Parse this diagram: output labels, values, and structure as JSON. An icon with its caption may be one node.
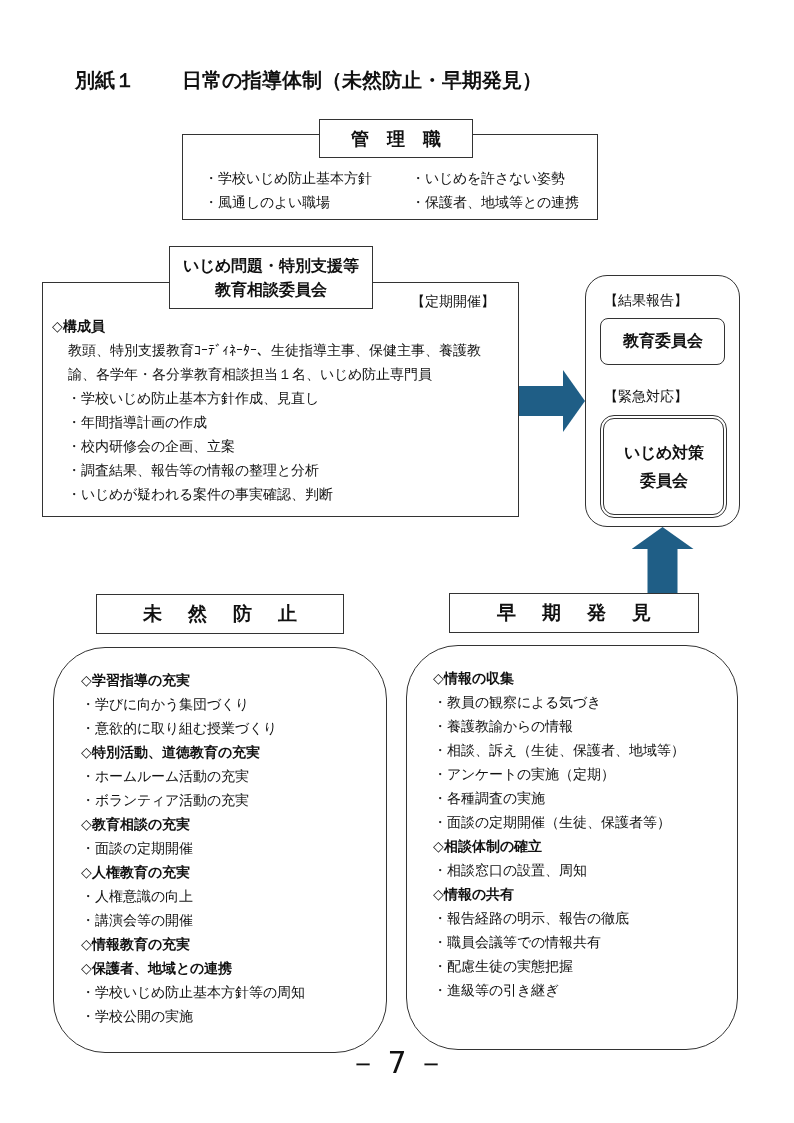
{
  "diagram": {
    "title": "日常の指導体制（未然防止・早期発見）",
    "nodes": [
      {
        "text": [
          "管理職",
          "・学校いじめ防止基本方針",
          "・いじめを許さない姿勢",
          "・風通しのよい職場",
          "・保護者、地域等との連携"
        ]
      },
      {
        "text": [
          "いじめ問題・特別支援等教育相談委員会",
          "【定期開催】",
          "◇構成員",
          "教頭、特別支援教育ｺｰﾃﾞｨﾈｰﾀｰ、生徒指導主事、保健主事、養護教諭、各学年・各分掌教育相談担当１名、いじめ防止専門員",
          "・学校いじめ防止基本方針作成、見直し",
          "・年間指導計画の作成",
          "・校内研修会の企画、立案",
          "・調査結果、報告等の情報の整理と分析",
          "・いじめが疑われる案件の事実確認、判断"
        ]
      },
      {
        "text": [],
        "shape": "box"
      },
      {
        "text": [
          "教育委員会"
        ],
        "in": 2,
        "beside": [
          "【結果報告】"
        ]
      },
      {
        "text": [
          "いじめ対策委員会"
        ],
        "in": 2,
        "beside": [
          "【緊急対応】"
        ]
      },
      {
        "text": [
          "未然防止"
        ]
      },
      {
        "text": [
          "◇学習指導の充実",
          "・学びに向かう集団づくり",
          "・意欲的に取り組む授業づくり",
          "◇特別活動、道徳教育の充実",
          "・ホームルーム活動の充実",
          "・ボランティア活動の充実",
          "◇教育相談の充実",
          "・面談の定期開催",
          "◇人権教育の充実",
          "・人権意識の向上",
          "・講演会等の開催",
          "◇情報教育の充実",
          "◇保護者、地域との連携",
          "・学校いじめ防止基本方針等の周知",
          "・学校公開の実施"
        ]
      },
      {
        "text": [
          "早期発見"
        ]
      },
      {
        "text": [
          "◇情報の収集",
          "・教員の観察による気づき",
          "・養護教諭からの情報",
          "・相談、訴え（生徒、保護者、地域等）",
          "・アンケートの実施（定期）",
          "・各種調査の実施",
          "・面談の定期開催（生徒、保護者等）",
          "◇相談体制の確立",
          "・相談窓口の設置、周知",
          "◇情報の共有",
          "・報告経路の明示、報告の徹底",
          "・職員会議等での情報共有",
          "・配慮生徒の実態把握",
          "・進級等の引き継ぎ"
        ]
      }
    ],
    "edges": [
      {
        "from": 1,
        "to": 2,
        "arrow": "to"
      },
      {
        "from": 7,
        "to": 2,
        "arrow": "to"
      }
    ],
    "labels": [
      "別紙１",
      "－ 7 －"
    ]
  }
}
